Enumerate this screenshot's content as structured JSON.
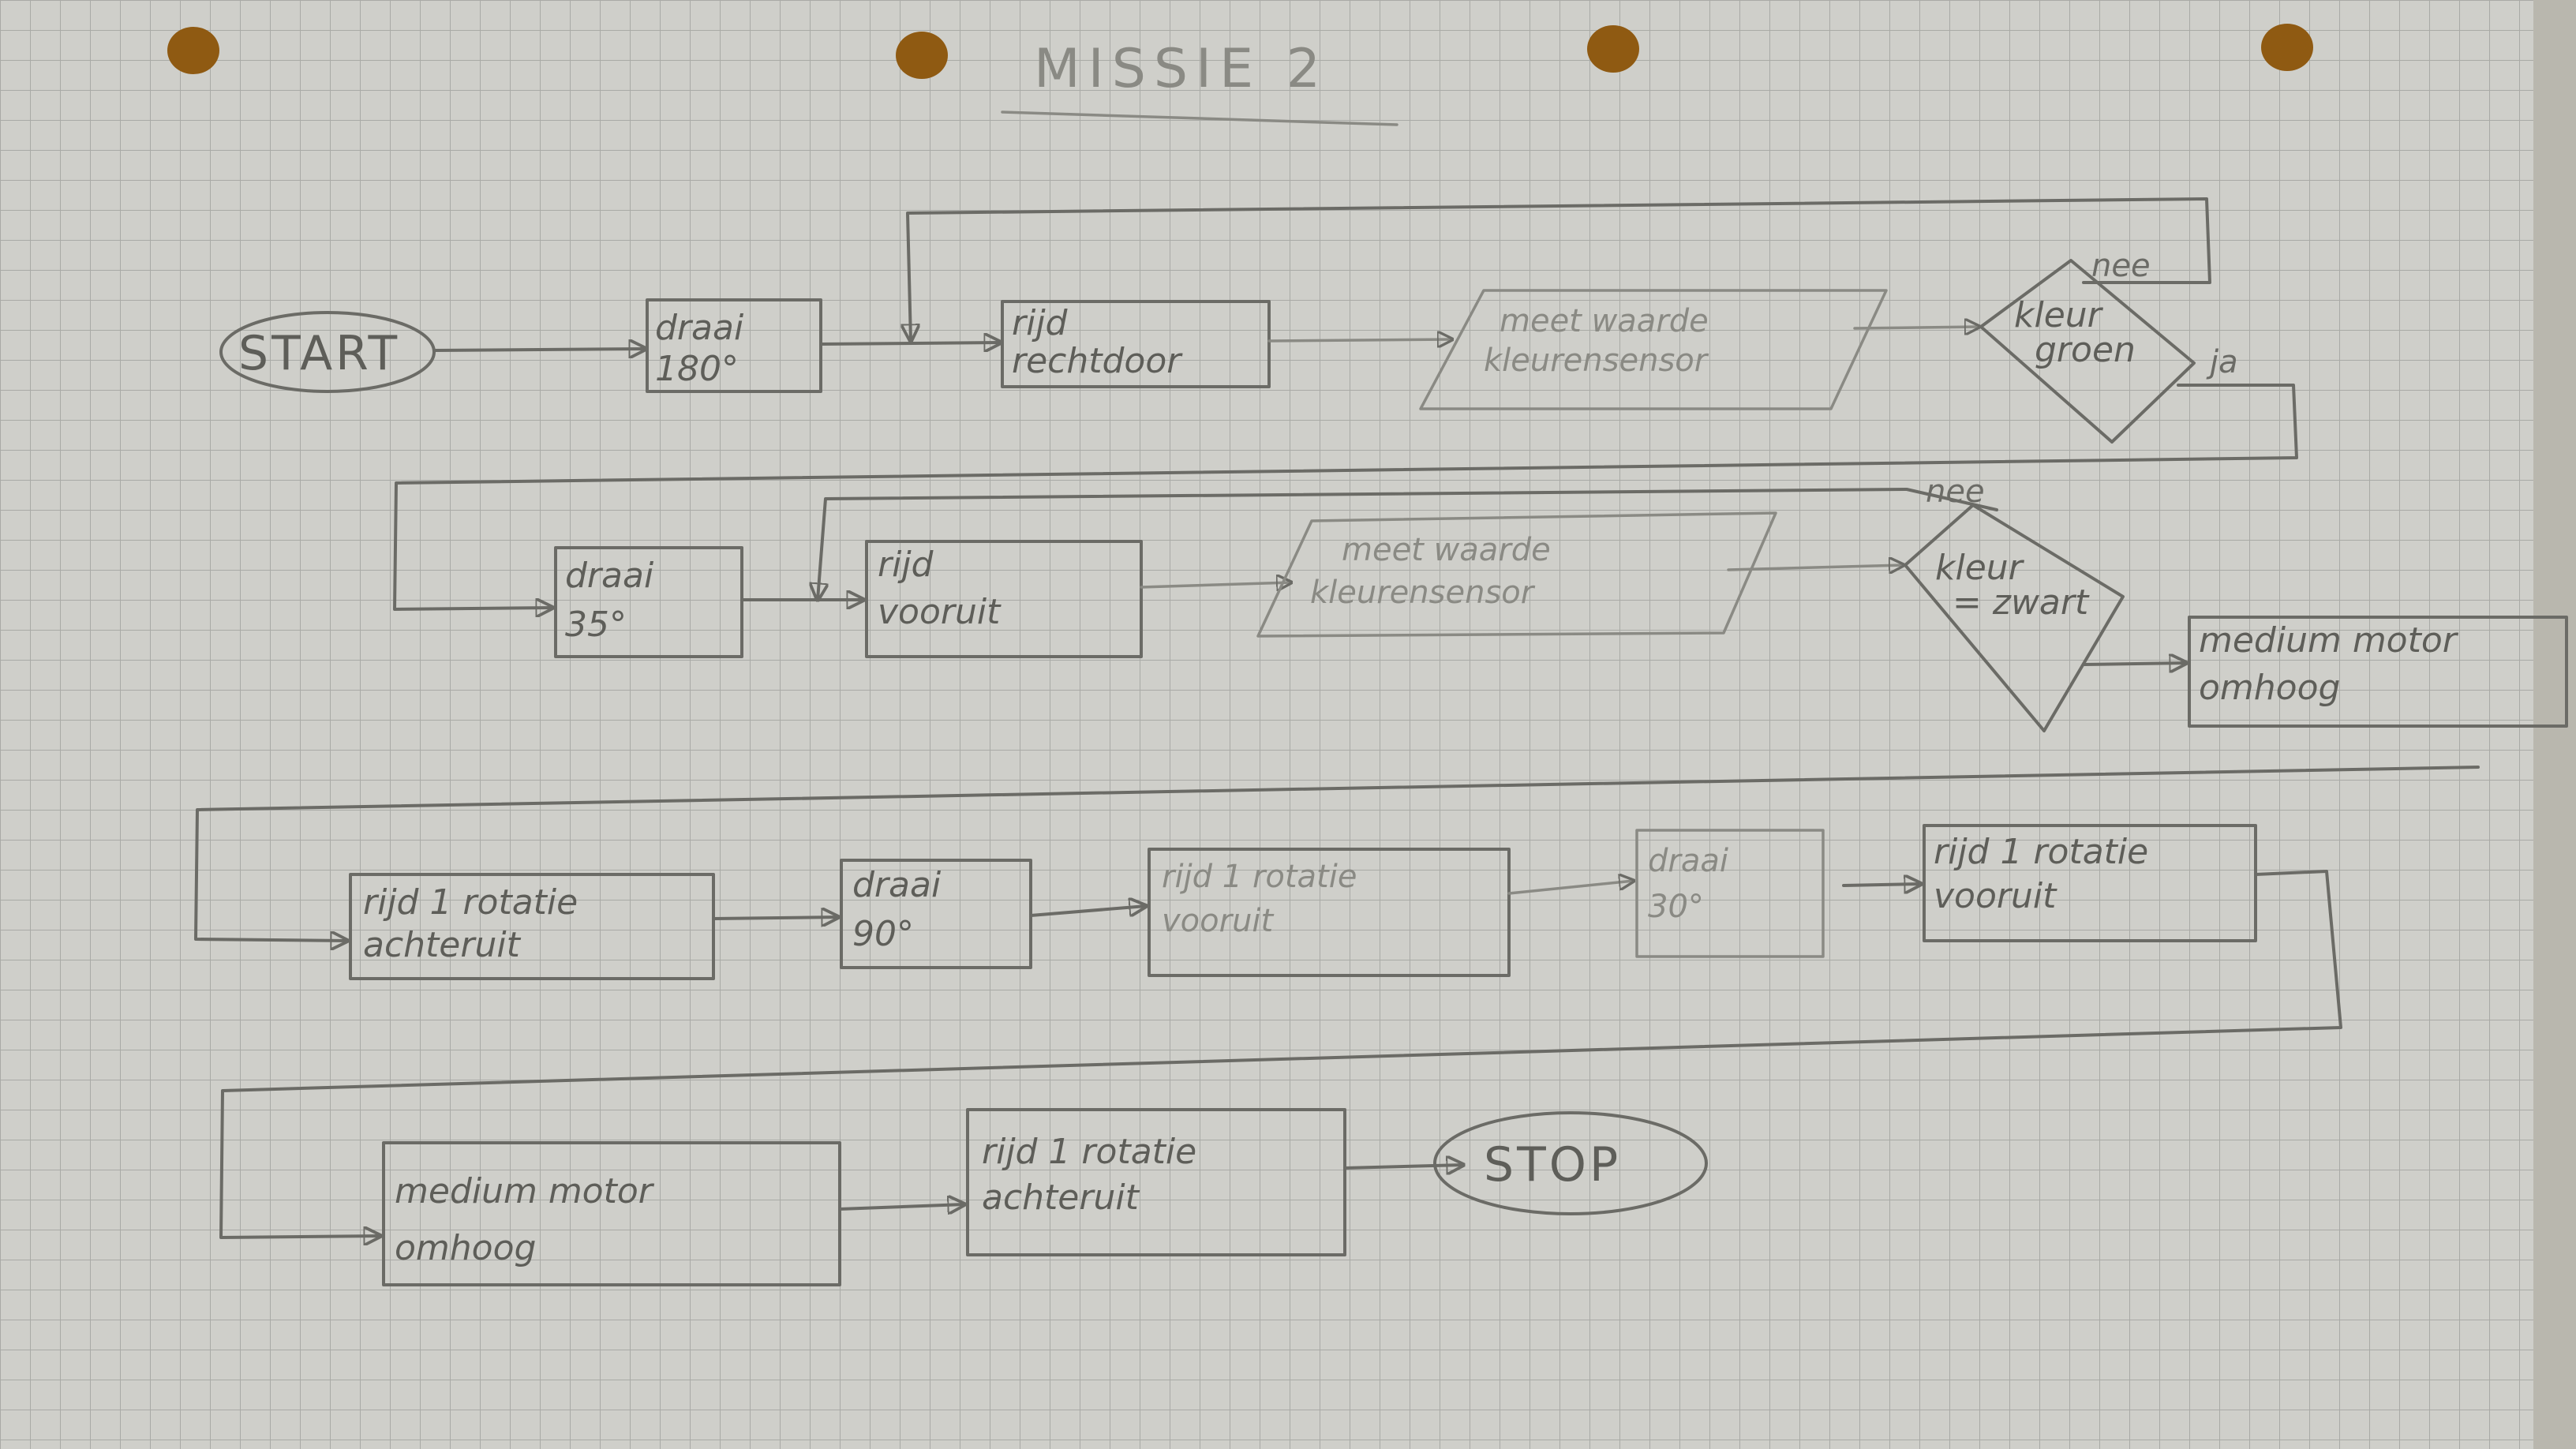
{
  "title": "MISSIE 2",
  "row1": {
    "start": "START",
    "turn180": [
      "draai",
      "180°"
    ],
    "drive_straight": [
      "rijd",
      "rechtdoor"
    ],
    "measure": [
      "meet waarde",
      "kleurensensor"
    ],
    "decision": [
      "kleur",
      "groen"
    ],
    "no_label": "nee",
    "yes_label": "ja"
  },
  "row2": {
    "turn35": [
      "draai",
      "35°"
    ],
    "drive_forward": [
      "rijd",
      "vooruit"
    ],
    "measure": [
      "meet waarde",
      "kleurensensor"
    ],
    "decision": [
      "kleur",
      "= zwart"
    ],
    "no_label": "nee",
    "motor_up": [
      "medium motor",
      "omhoog"
    ]
  },
  "row3": {
    "drive_back": [
      "rijd 1 rotatie",
      "achteruit"
    ],
    "turn90a": [
      "draai",
      "90°"
    ],
    "drive_forward1": [
      "rijd 1 rotatie",
      "vooruit"
    ],
    "turn30": [
      "draai",
      "30°"
    ],
    "drive_forward2": [
      "rijd 1 rotatie",
      "vooruit"
    ]
  },
  "row4": {
    "motor_up": [
      "medium motor",
      "omhoog"
    ],
    "drive_back": [
      "rijd 1 rotatie",
      "achteruit"
    ],
    "stop": "STOP"
  }
}
